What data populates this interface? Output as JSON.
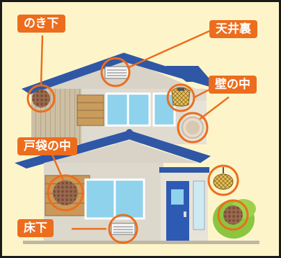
{
  "labels": {
    "eaves": "のき下",
    "attic": "天井裏",
    "inside_wall": "壁の中",
    "shutter_box": "戸袋の中",
    "under_floor": "床下"
  },
  "colors": {
    "background": "#fdf5c9",
    "accent": "#ec6d1d",
    "roof": "#2f57a6",
    "wall": "#d8d3c5",
    "window": "#8fd2ec",
    "door": "#2d5bb3",
    "shrub": "#8ac63f"
  },
  "icons": [
    "nest-icon",
    "vent-icon",
    "hanging-nest-icon"
  ]
}
